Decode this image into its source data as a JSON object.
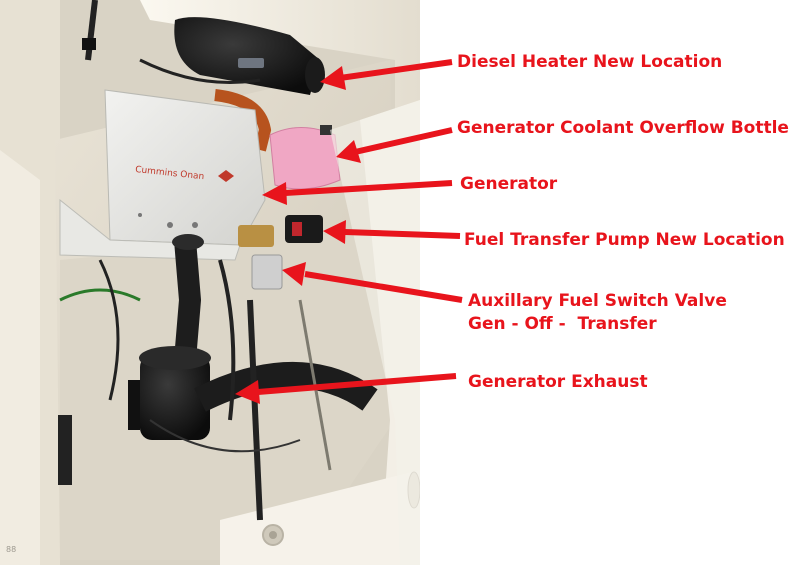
{
  "annotations": [
    {
      "id": "diesel-heater",
      "text": "Diesel Heater New Location"
    },
    {
      "id": "coolant-bottle",
      "text": "Generator Coolant Overflow Bottle"
    },
    {
      "id": "generator",
      "text": "Generator"
    },
    {
      "id": "fuel-pump",
      "text": "Fuel Transfer Pump New Location"
    },
    {
      "id": "fuel-valve",
      "text": "Auxillary Fuel Switch Valve",
      "text2": "Gen - Off -  Transfer"
    },
    {
      "id": "exhaust",
      "text": "Generator Exhaust"
    }
  ],
  "photo": {
    "brand_text": "Cummins Onan",
    "corner_mark": "88"
  },
  "colors": {
    "annotation": "#e8141c",
    "background": "#ffffff"
  }
}
